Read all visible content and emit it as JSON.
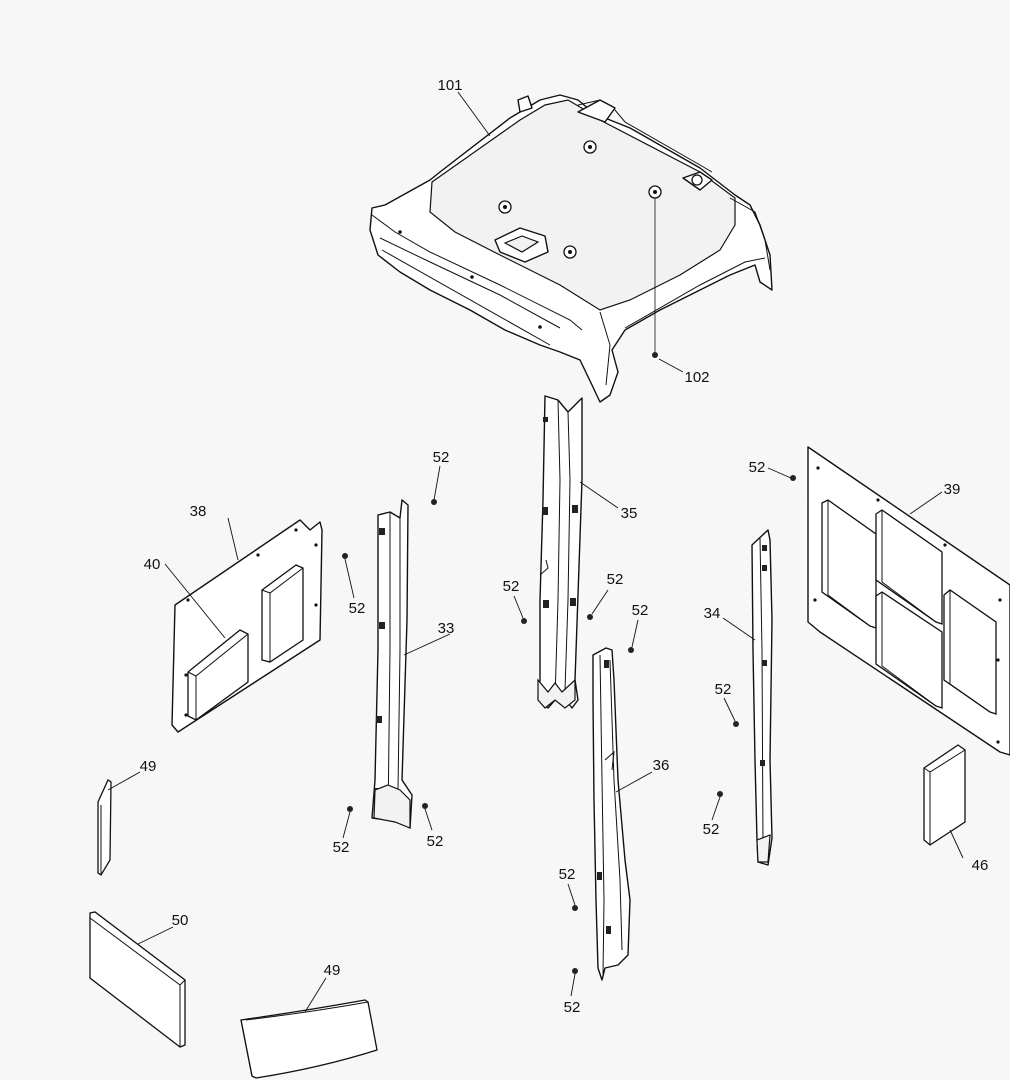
{
  "parts": {
    "roof_liner": "101",
    "roof_clip": "102",
    "center_pillar_trim": "35",
    "left_pillar_trim": "33",
    "right_pillar_trim": "34",
    "lower_center_trim": "36",
    "left_panel": "38",
    "left_panel_pad": "40",
    "right_panel": "39",
    "loose_pad": "46",
    "thin_pad": "49",
    "curved_pad": "49",
    "front_pad": "50",
    "fastener": "52"
  }
}
